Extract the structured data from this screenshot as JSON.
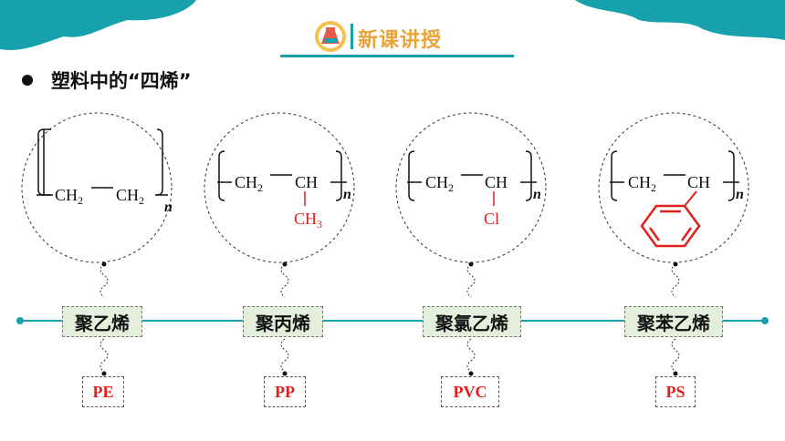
{
  "header": {
    "title": "新课讲授",
    "icon": "chemistry-flask-icon",
    "accent_color": "#16a1ad",
    "title_color": "#e8a33a"
  },
  "section": {
    "heading": "塑料中的“四烯”"
  },
  "polymers": [
    {
      "name": "聚乙烯",
      "abbr": "PE",
      "unit_left": "CH",
      "unit_left_sub": "2",
      "unit_right": "CH",
      "unit_right_sub": "2",
      "substituent": "",
      "repeat": "n"
    },
    {
      "name": "聚丙烯",
      "abbr": "PP",
      "unit_left": "CH",
      "unit_left_sub": "2",
      "unit_right": "CH",
      "substituent": "CH",
      "substituent_sub": "3",
      "repeat": "n"
    },
    {
      "name": "聚氯乙烯",
      "abbr": "PVC",
      "unit_left": "CH",
      "unit_left_sub": "2",
      "unit_right": "CH",
      "substituent": "Cl",
      "repeat": "n"
    },
    {
      "name": "聚苯乙烯",
      "abbr": "PS",
      "unit_left": "CH",
      "unit_left_sub": "2",
      "unit_right": "CH",
      "substituent_icon": "benzene-ring-icon",
      "repeat": "n"
    }
  ],
  "colors": {
    "substituent": "#e0201c",
    "name_box_bg": "#e3efda",
    "timeline": "#16a1ad"
  }
}
